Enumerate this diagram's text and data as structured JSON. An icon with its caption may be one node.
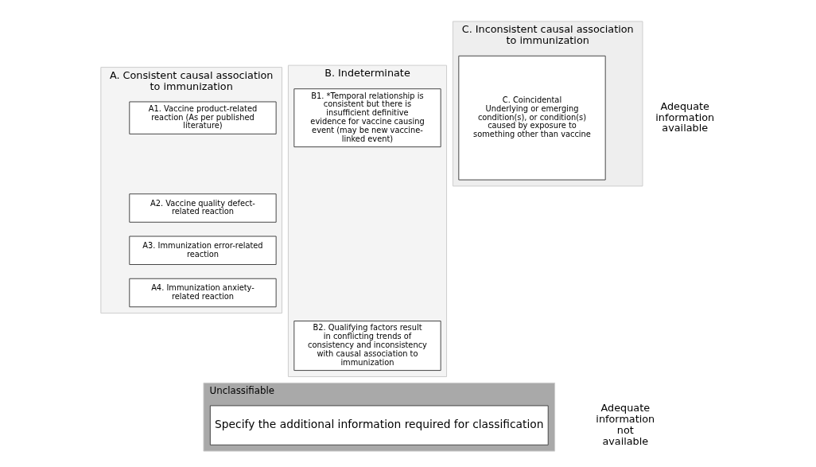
{
  "diagram": {
    "nodes": [
      {
        "text": [
          "A. Consistent causal association to immunization"
        ]
      },
      {
        "text": [
          "A1. Vaccine product-related reaction (As per published literature)"
        ],
        "in": 0
      },
      {
        "text": [
          "A2. Vaccine quality defect-related reaction"
        ],
        "in": 0
      },
      {
        "text": [
          "A3. Immunization error-related reaction"
        ],
        "in": 0
      },
      {
        "text": [
          "A4. Immunization anxiety-related reaction"
        ],
        "in": 0
      },
      {
        "text": [
          "B. Indeterminate"
        ]
      },
      {
        "text": [
          "B1. *Temporal relationship is consistent but there is insufficient definitive evidence for vaccine causing event (may be new vaccine-linked event)"
        ],
        "in": 5
      },
      {
        "text": [
          "B2. Qualifying factors result in conflicting trends of consistency and inconsistency with causal association to immunization"
        ],
        "in": 5
      },
      {
        "text": [
          "C. Inconsistent causal association to immunization"
        ]
      },
      {
        "text": [
          "C. Coincidental",
          "Underlying or emerging condition(s), or condition(s) caused by exposure to something other than vaccine"
        ],
        "in": 8
      },
      {
        "text": [
          "Unclassifiable"
        ]
      },
      {
        "text": [
          "Specify the additional information required for classification"
        ],
        "in": 10
      }
    ],
    "edges": [],
    "labels": [
      "Adequate information available",
      "Adequate information not available"
    ]
  }
}
